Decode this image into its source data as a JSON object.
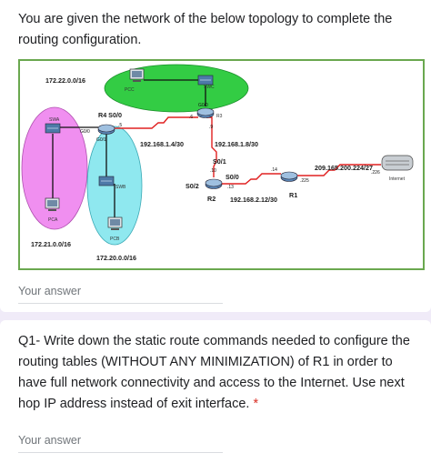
{
  "question_intro": "You are given the network of the below topology to complete the routing configuration.",
  "answer_placeholder_1": "Your answer",
  "topology": {
    "networks": {
      "n1": "172.22.0.0/16",
      "n2": "172.21.0.0/16",
      "n3": "172.20.0.0/16",
      "n4": "192.168.1.4/30",
      "n5": "192.168.1.8/30",
      "n6": "192.168.2.12/30",
      "n7": "209.165.200.224/27"
    },
    "devices": {
      "pcc": "PCC",
      "swc": "SWC",
      "swa": "SWA",
      "pca": "PCA",
      "swb": "SWB",
      "pcb": "PCB",
      "r2": "R2",
      "r3": "R3",
      "r1": "R1",
      "internet": "Internet"
    },
    "labels": {
      "r4_s0": "R4  S0/0",
      "s0_1": "S0/1",
      "s0_0": "S0/0",
      "s0_2": "S0/2",
      "g0_0_a": "G0/0",
      "g0_1": "G0/1",
      "g0_0_c": "G0/0",
      "ip_5": ".5",
      "ip_6": ".6",
      "ip_9": ".9",
      "ip_10": ".10",
      "ip_13": ".13",
      "ip_14": ".14",
      "ip_225": ".225",
      "ip_226": ".226"
    }
  },
  "question1": {
    "text": "Q1- Write down the static route commands needed to configure the routing tables (WITHOUT ANY MINIMIZATION) of R1 in order to have full network connectivity and access to the Internet. Use next hop IP address instead of exit interface.",
    "required_mark": "*",
    "answer_placeholder": "Your answer"
  },
  "colors": {
    "page_bg": "#f0ebf8",
    "card_bg": "#ffffff",
    "figure_border": "#6aa84f",
    "green_lan": "#33cc44",
    "pink_lan": "#f08ff0",
    "cyan_lan": "#8fe8ef",
    "serial_link": "#e02020",
    "required": "#d93025"
  }
}
